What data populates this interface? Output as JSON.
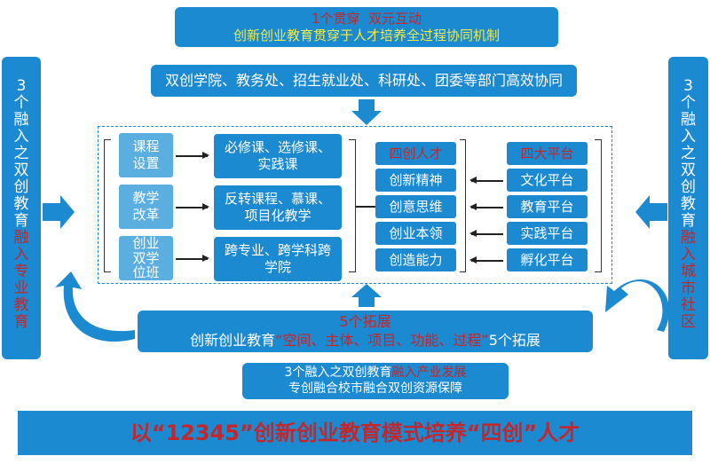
{
  "top": {
    "title": "1个贯穿  双元互动",
    "subtitle": "创新创业教育贯穿于人才培养全过程协同机制"
  },
  "departments": "双创学院、教务处、招生就业处、科研处、团委等部门高效协同",
  "left_panel": {
    "prefix": "3个融入之双创教育",
    "highlight": "融入专业教育"
  },
  "right_panel": {
    "prefix": "3个融入之双创教育",
    "highlight": "融入城市社区"
  },
  "reforms": [
    {
      "label": "课程设置",
      "detail": "必修课、选修课、实践课"
    },
    {
      "label": "教学改革",
      "detail": "反转课程、慕课、项目化教学"
    },
    {
      "label": "创业双学位班",
      "detail": "跨专业、跨学科跨学院"
    }
  ],
  "talents": {
    "title": "四创人才",
    "items": [
      "创新精神",
      "创意思维",
      "创业本领",
      "创造能力"
    ]
  },
  "platforms": {
    "title": "四大平台",
    "items": [
      "文化平台",
      "教育平台",
      "实践平台",
      "孵化平台"
    ]
  },
  "expansion": {
    "title": "5个拓展",
    "prefix": "创新创业教育",
    "highlight": "“空间、主体、项目、功能、过程”",
    "suffix": "5个拓展"
  },
  "integration": {
    "prefix": "3个融入之双创教育",
    "highlight": "融入产业发展",
    "line2": "专创融合校市融合双创资源保障"
  },
  "banner": "以“12345”创新创业教育模式培养“四创”人才",
  "colors": {
    "blue": "#1b8ad0",
    "light_blue": "#5aaee0",
    "red": "#c3272c",
    "yellow": "#f2ea45"
  }
}
